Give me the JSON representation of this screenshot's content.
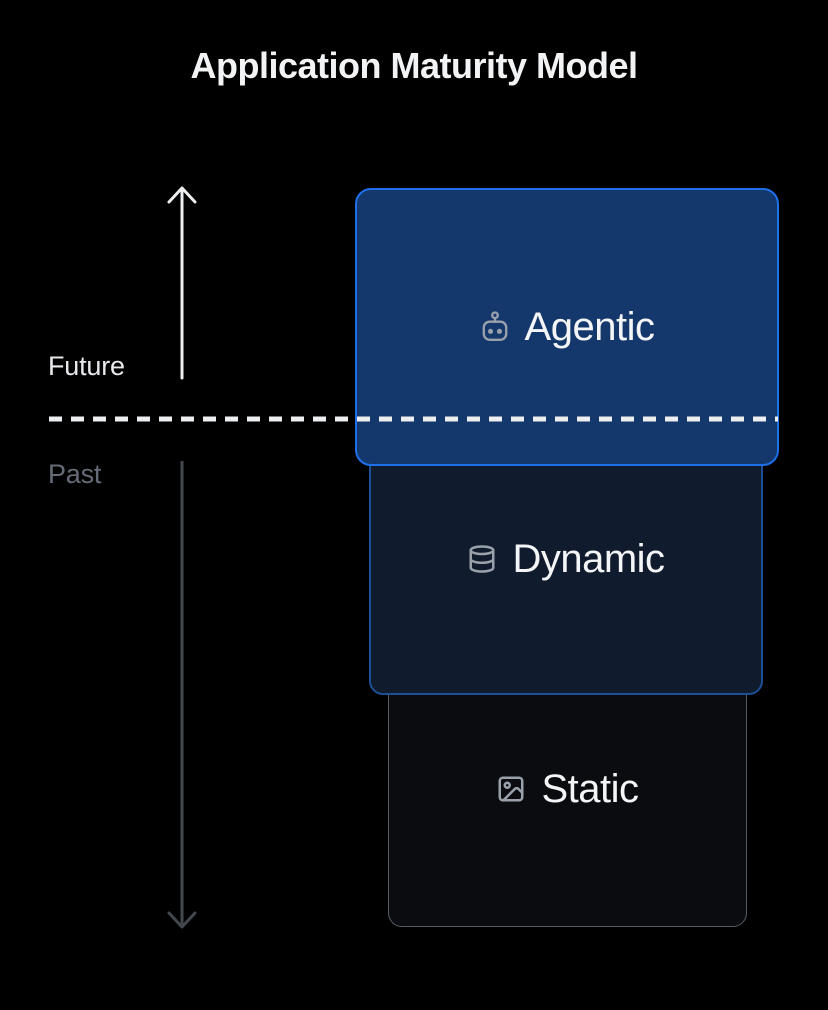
{
  "title": "Application Maturity Model",
  "timeline": {
    "future_label": "Future",
    "past_label": "Past"
  },
  "cards": [
    {
      "label": "Agentic",
      "icon": "robot-icon",
      "fill": "#14386c",
      "border_color": "#1e70ea",
      "text_color": "#f4f5f6"
    },
    {
      "label": "Dynamic",
      "icon": "database-icon",
      "fill": "#101c2e",
      "border_color": "#1d4f94",
      "text_color": "#f4f5f6"
    },
    {
      "label": "Static",
      "icon": "image-icon",
      "fill": "#0a0c0f",
      "border_color": "#575c64",
      "text_color": "#f4f5f6"
    }
  ],
  "colors": {
    "background": "#000000",
    "title_text": "#f2f3f5",
    "future_text": "#e7e9ec",
    "past_text": "#656c77",
    "up_arrow": "#edeef0",
    "down_arrow": "#43474e",
    "dashed_line": "#eceef0",
    "icon_gray": "#9aa1ab"
  }
}
